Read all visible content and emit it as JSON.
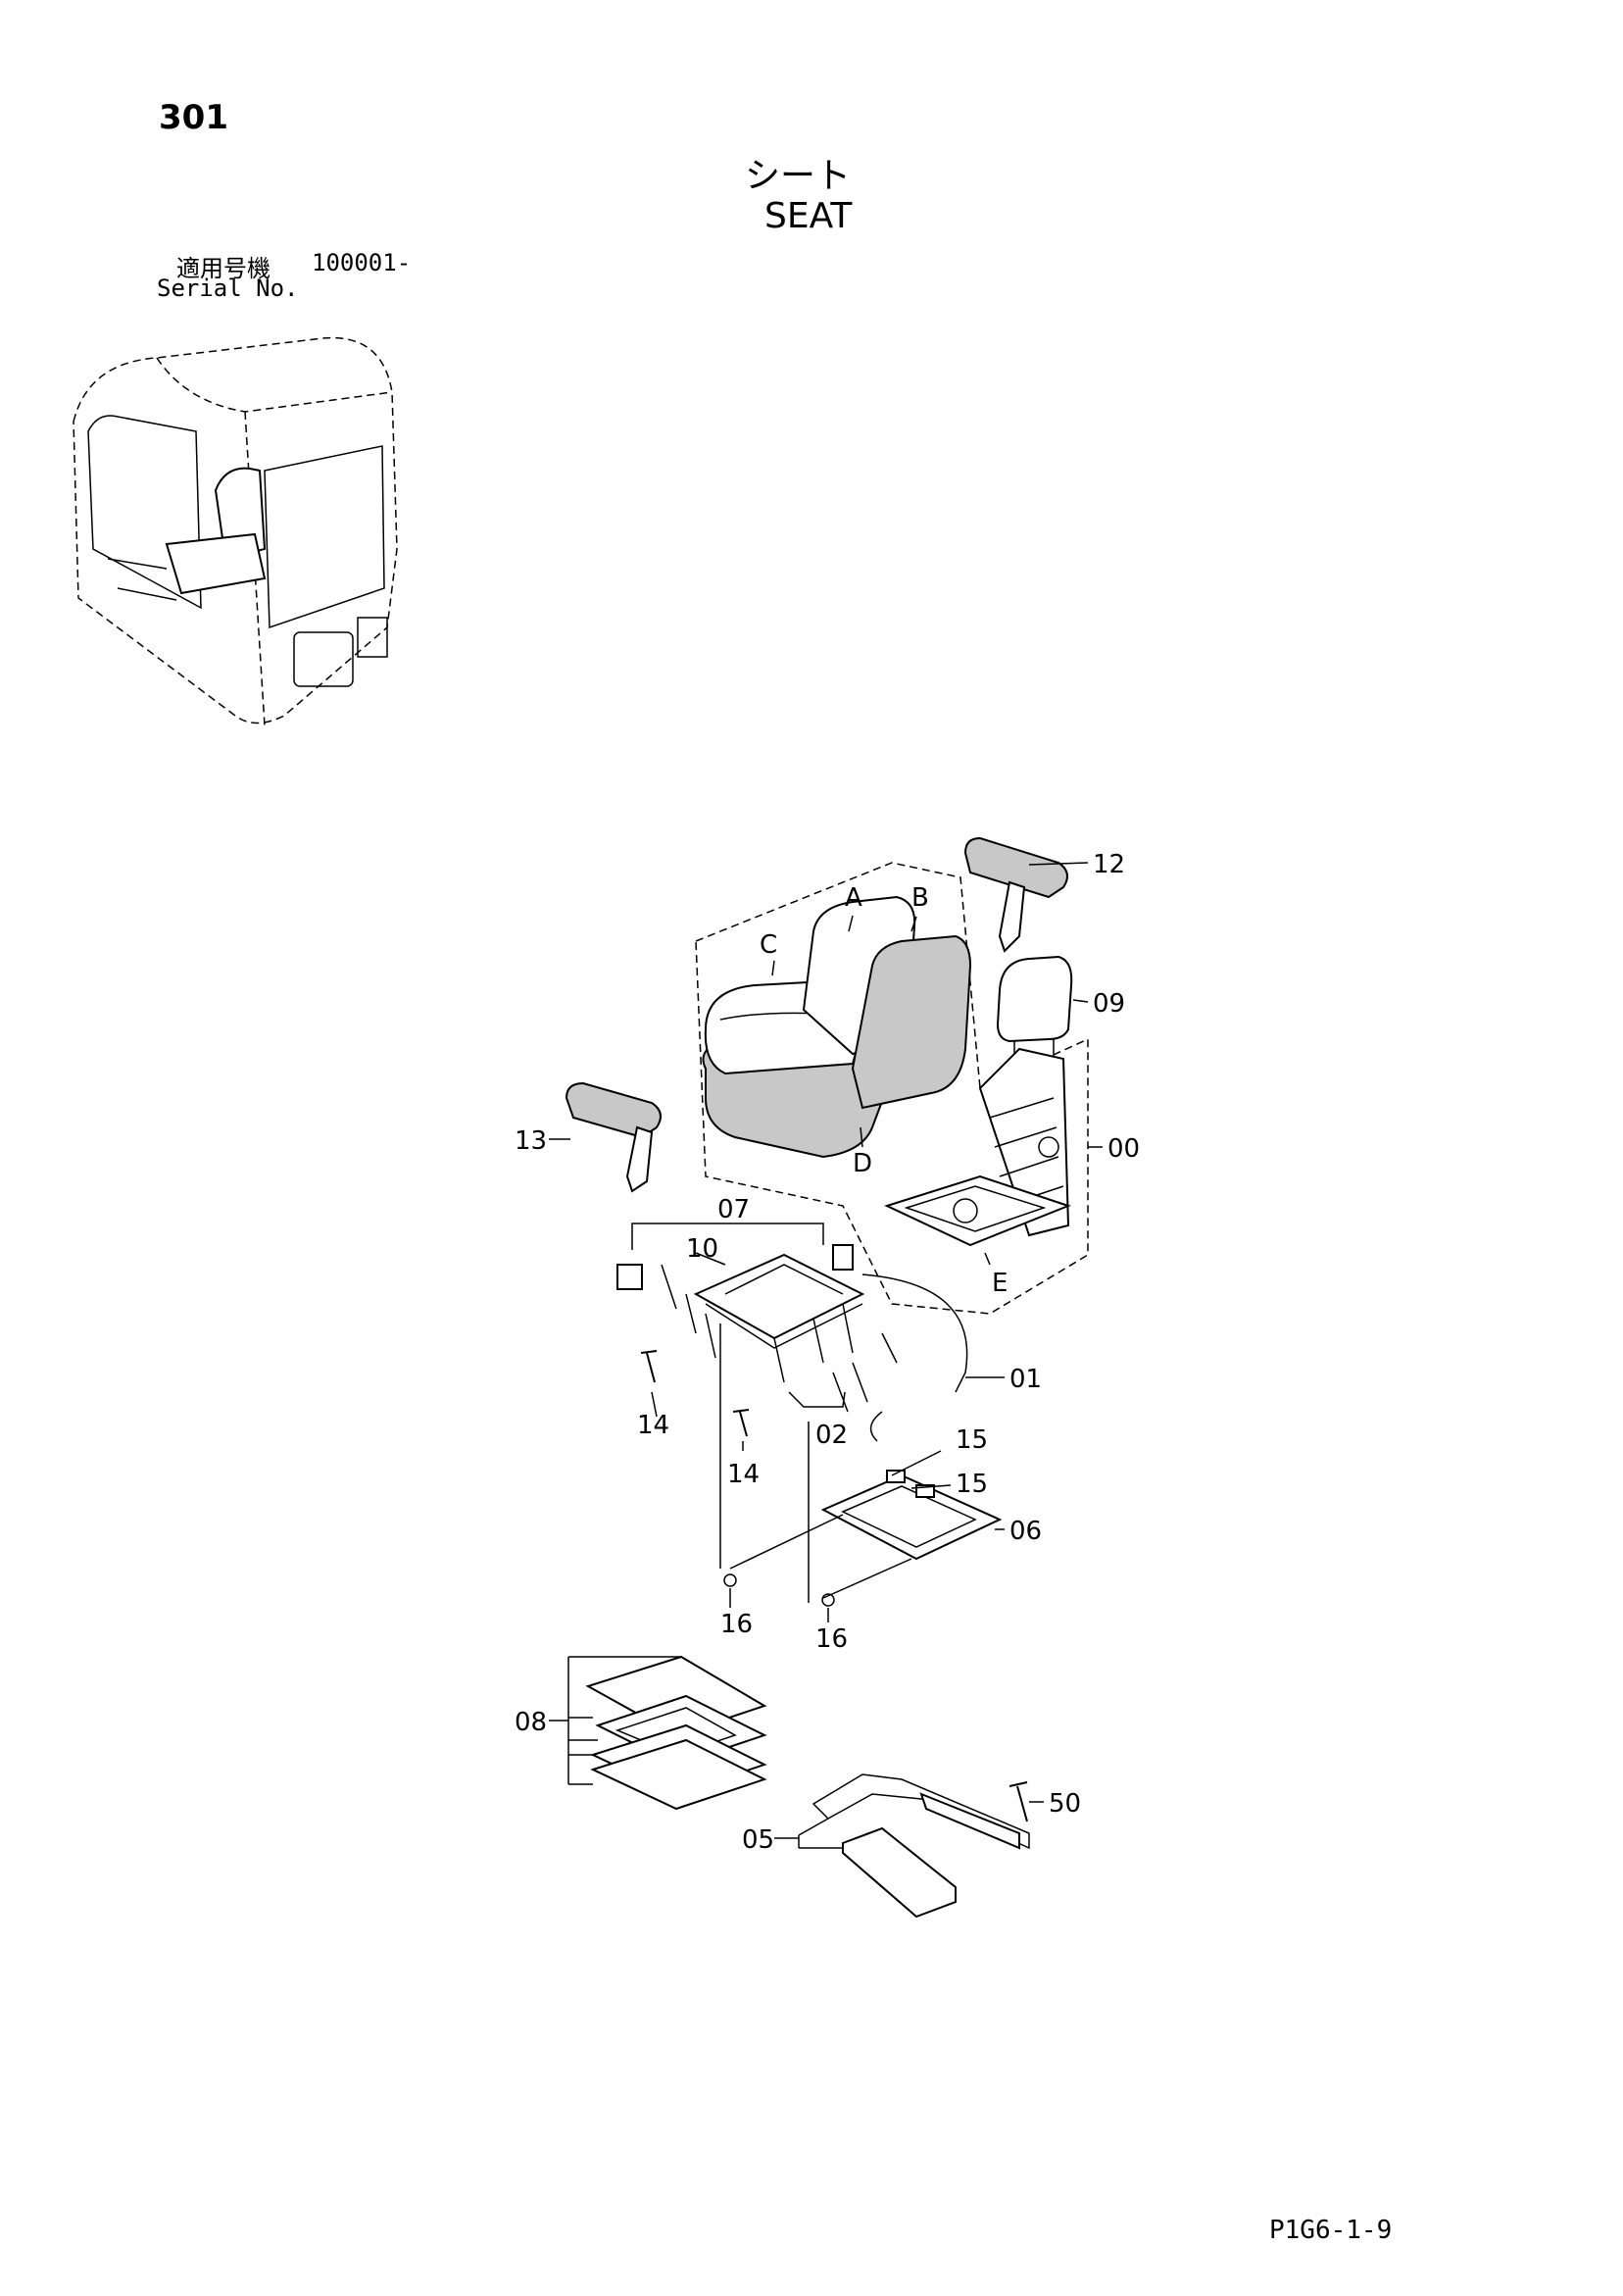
{
  "page_number": "301",
  "title_jp": "シート",
  "title_en": "SEAT",
  "serial": {
    "label_jp": "適用号機",
    "value": "100001-",
    "label_en": "Serial No."
  },
  "callouts": {
    "c12": "12",
    "c09": "09",
    "c00": "00",
    "c13": "13",
    "c01": "01",
    "c07": "07",
    "c10": "10",
    "c14a": "14",
    "c14b": "14",
    "c02": "02",
    "c15a": "15",
    "c15b": "15",
    "c06": "06",
    "c16a": "16",
    "c16b": "16",
    "c08": "08",
    "c50": "50",
    "c05": "05",
    "cA": "A",
    "cB": "B",
    "cC": "C",
    "cD": "D",
    "cE": "E"
  },
  "footer_code": "P1G6-1-9"
}
